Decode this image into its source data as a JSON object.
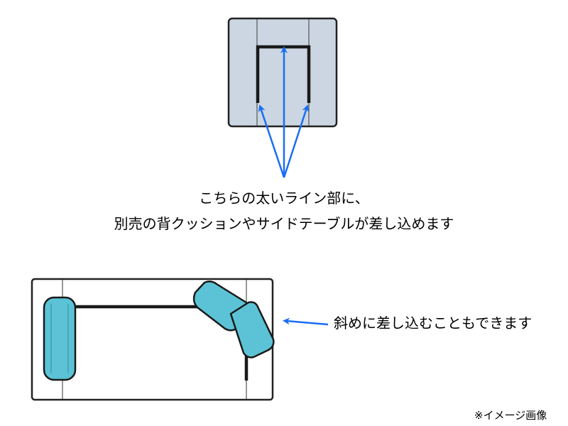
{
  "captions": {
    "line1": "こちらの太いライン部に、",
    "line2": "別売の背クッションやサイドテーブルが差し込めます",
    "diagonal": "斜めに差し込むこともできます",
    "note": "※イメージ画像"
  },
  "colors": {
    "seat_top_view": "#ccd6e2",
    "cushion": "#5bc3d5",
    "arrow": "#1a6ef5",
    "outline": "#222222",
    "rail": "#1a1a1a"
  },
  "icons": {
    "arrow": "arrow-icon"
  }
}
